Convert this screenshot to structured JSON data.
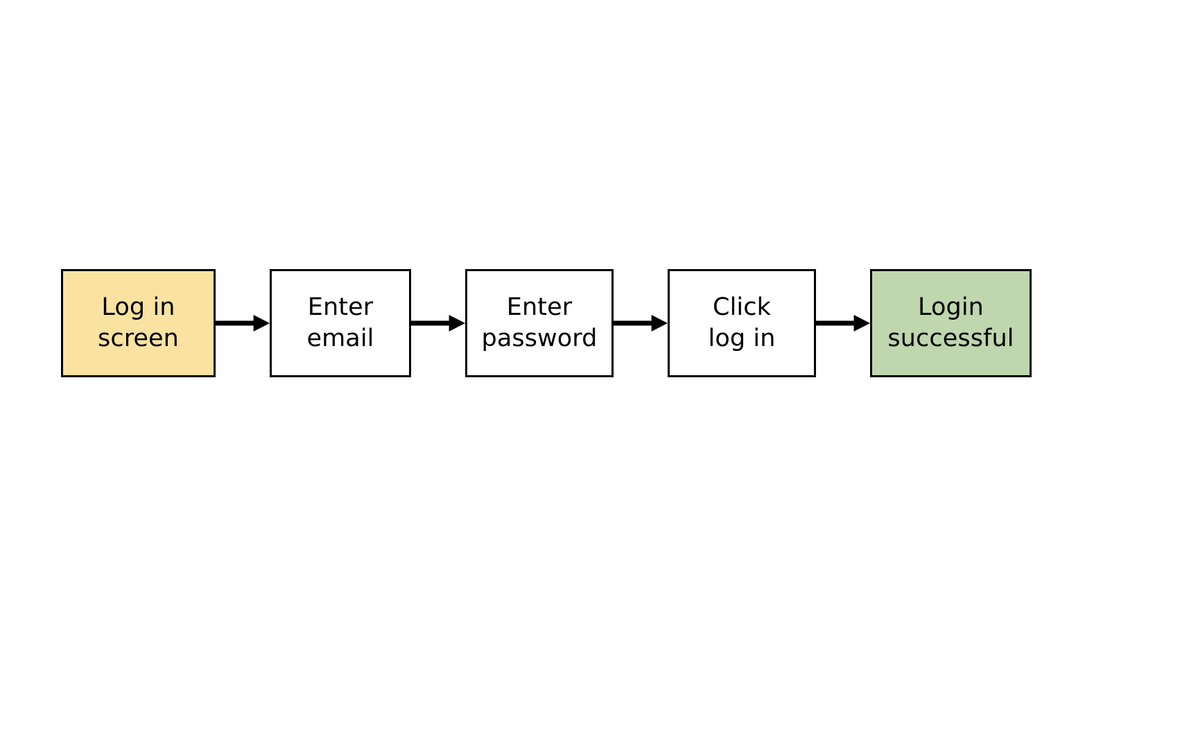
{
  "diagram": {
    "type": "flowchart",
    "orientation": "horizontal-left-to-right",
    "background_color": "#ffffff",
    "border_color": "#000000",
    "text_color": "#000000",
    "nodes": [
      {
        "id": "log-in-screen",
        "line1": "Log in",
        "line2": "screen",
        "fill": "#fae3a0",
        "role": "start"
      },
      {
        "id": "enter-email",
        "line1": "Enter",
        "line2": "email",
        "fill": "#ffffff",
        "role": "step"
      },
      {
        "id": "enter-password",
        "line1": "Enter",
        "line2": "password",
        "fill": "#ffffff",
        "role": "step"
      },
      {
        "id": "click-log-in",
        "line1": "Click",
        "line2": "log in",
        "fill": "#ffffff",
        "role": "step"
      },
      {
        "id": "login-successful",
        "line1": "Login",
        "line2": "successful",
        "fill": "#bfd6ae",
        "role": "end"
      }
    ],
    "connectors": [
      {
        "id": "arrow-1",
        "from": "log-in-screen",
        "to": "enter-email",
        "icon": "arrow-right-icon"
      },
      {
        "id": "arrow-2",
        "from": "enter-email",
        "to": "enter-password",
        "icon": "arrow-right-icon"
      },
      {
        "id": "arrow-3",
        "from": "enter-password",
        "to": "click-log-in",
        "icon": "arrow-right-icon"
      },
      {
        "id": "arrow-4",
        "from": "click-log-in",
        "to": "login-successful",
        "icon": "arrow-right-icon"
      }
    ]
  }
}
